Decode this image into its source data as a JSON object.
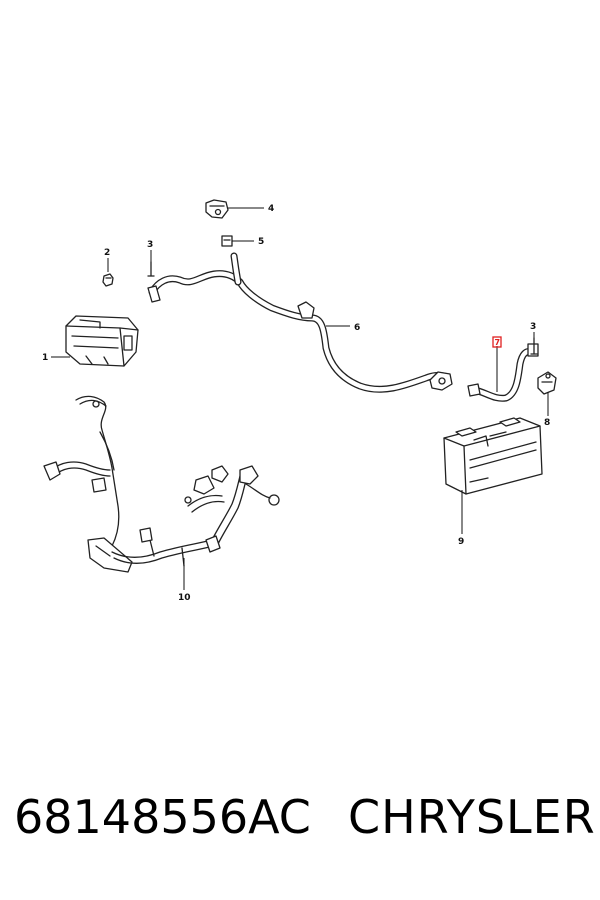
{
  "diagram": {
    "callouts": {
      "c1": "1",
      "c2": "2",
      "c3a": "3",
      "c3b": "3",
      "c4": "4",
      "c5": "5",
      "c6": "6",
      "c7": "7",
      "c8": "8",
      "c9": "9",
      "c10": "10"
    },
    "highlight_color": "#e02020"
  },
  "footer": {
    "part_number": "68148556AC",
    "brand": "CHRYSLER"
  }
}
